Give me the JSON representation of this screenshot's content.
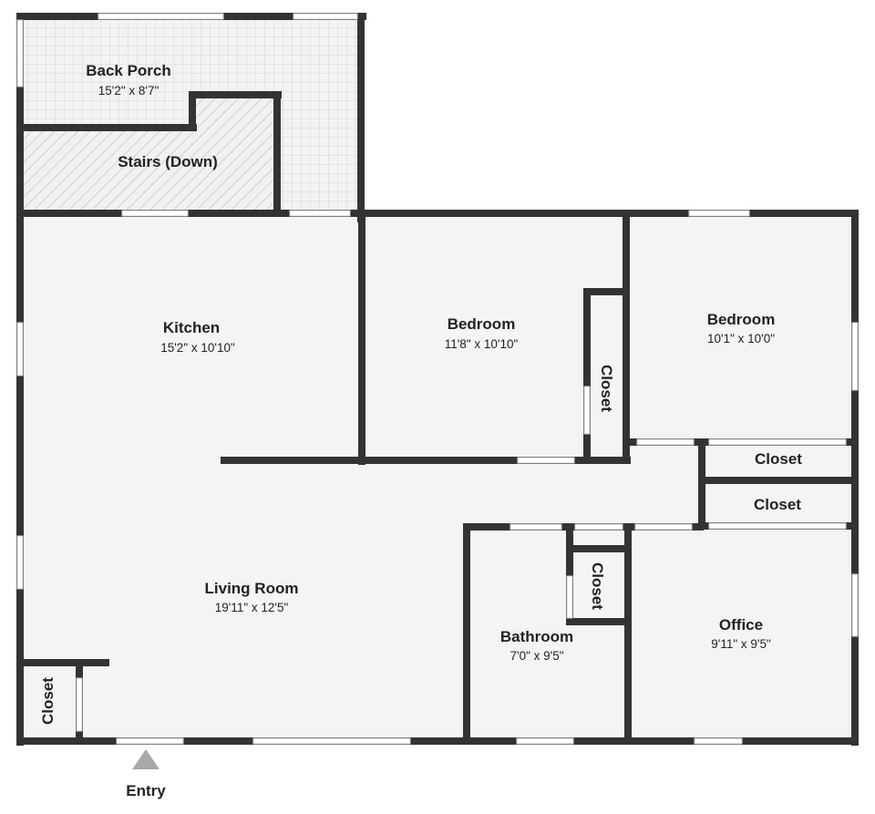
{
  "colors": {
    "wall": "#333333",
    "floor": "#f4f4f4",
    "porch_floor": "#f3f3f3",
    "stairs_hatch": "#bdbdbd",
    "window": "#cfcfcf",
    "entry_marker": "#a8a8a8"
  },
  "rooms": {
    "back_porch": {
      "name": "Back Porch",
      "dims": "15'2\" x 8'7\""
    },
    "stairs": {
      "name": "Stairs (Down)"
    },
    "kitchen": {
      "name": "Kitchen",
      "dims": "15'2\" x 10'10\""
    },
    "bedroom_1": {
      "name": "Bedroom",
      "dims": "11'8\" x 10'10\""
    },
    "bedroom_2": {
      "name": "Bedroom",
      "dims": "10'1\" x 10'0\""
    },
    "closet_bedroom_1": {
      "name": "Closet"
    },
    "closet_hall_1": {
      "name": "Closet"
    },
    "closet_hall_2": {
      "name": "Closet"
    },
    "closet_bathroom": {
      "name": "Closet"
    },
    "closet_entry": {
      "name": "Closet"
    },
    "living_room": {
      "name": "Living Room",
      "dims": "19'11\" x 12'5\""
    },
    "bathroom": {
      "name": "Bathroom",
      "dims": "7'0\" x 9'5\""
    },
    "office": {
      "name": "Office",
      "dims": "9'11\" x 9'5\""
    }
  },
  "entry": {
    "label": "Entry",
    "marker_icon": "triangle-up-icon"
  }
}
